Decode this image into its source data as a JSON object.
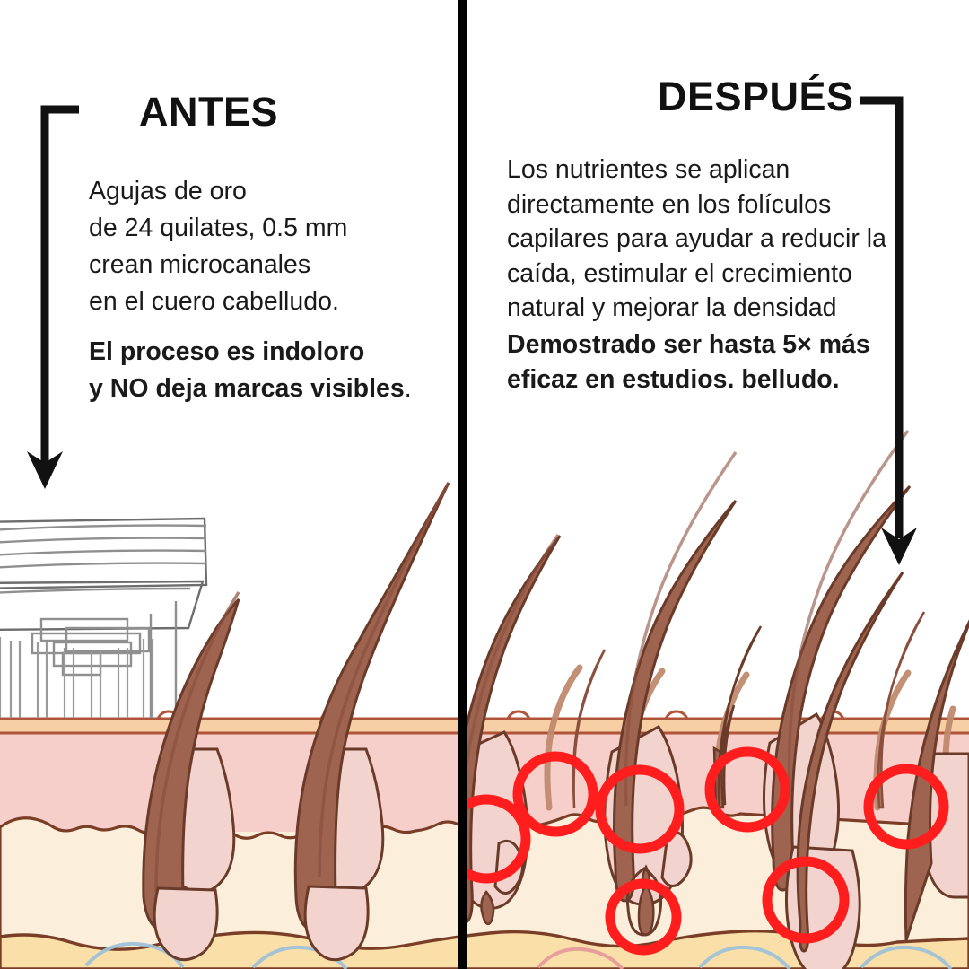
{
  "meta": {
    "layout": "two-panel before/after comparison infographic",
    "language": "es",
    "background_color": "#ffffff",
    "divider_color": "#000000"
  },
  "left_panel": {
    "title": "ANTES",
    "paragraph_plain": "Agujas de oro\nde 24 quilates, 0.5 mm\ncrean microcanales\nen el cuero cabelludo.",
    "paragraph_bold_line1": "El proceso es indoloro",
    "paragraph_bold_line2_a": "y ",
    "paragraph_bold_line2_b": "NO deja marcas visibles",
    "paragraph_bold_line2_c": ".",
    "arrow_label": "down-arrow-before"
  },
  "right_panel": {
    "title": "DESPUÉS",
    "paragraph_plain": "Los nutrientes se aplican\ndirectamente en los folículos\ncapilares para ayudar a reducir la\ncaída, estimular el crecimiento\nnatural y mejorar la densidad",
    "paragraph_bold": "Demostrado ser hasta 5× más\neficaz en estudios. belludo.",
    "arrow_label": "down-arrow-after"
  },
  "illustration": {
    "type": "scalp-cross-section",
    "layers": [
      {
        "name": "epidermis-surface",
        "color": "#f6cfa4"
      },
      {
        "name": "dermis",
        "color": "#f7cfca"
      },
      {
        "name": "subcutaneous",
        "color": "#fbeedb"
      },
      {
        "name": "hypodermis-fat",
        "color": "#fadfa8"
      }
    ],
    "hair_colors": {
      "shaft_dark": "#8a4f3d",
      "shaft_mid": "#a9705a",
      "follicle_fill": "#9e6450",
      "follicle_sheath": "#f2d3cd",
      "outline": "#6b3b2a"
    },
    "highlight_circle_color": "#ff1d1d",
    "device": {
      "name": "microneedling-stamp",
      "outline_color": "#8a8a8a",
      "needle_count": 9
    },
    "left_hair_count": 2,
    "right_hair_count": 12,
    "highlight_circle_count": 8
  }
}
